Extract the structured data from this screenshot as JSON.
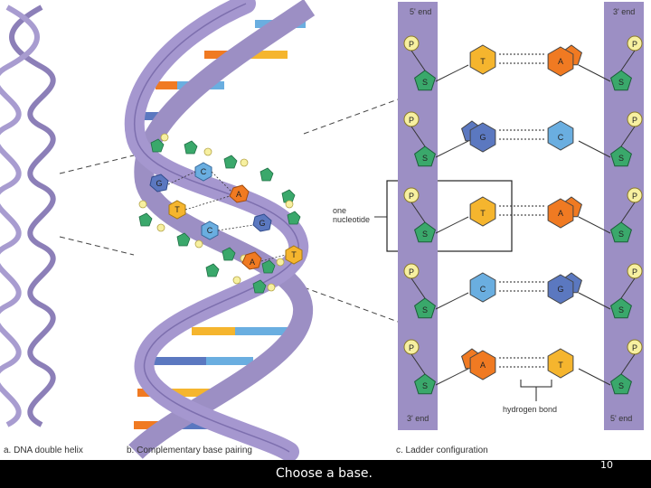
{
  "slide": {
    "prompt": "Choose a base.",
    "page_number": "10"
  },
  "diagram": {
    "captions": {
      "a": "a. DNA double helix",
      "b": "b. Complementary base pairing",
      "c": "c. Ladder configuration"
    },
    "strand_labels": {
      "left_top": "5' end",
      "right_top": "3' end",
      "left_bottom": "3' end",
      "right_bottom": "5' end"
    },
    "callouts": {
      "nucleotide_line1": "one",
      "nucleotide_line2": "nucleotide",
      "hydrogen_bond": "hydrogen bond"
    },
    "phosphate_label": "P",
    "sugar_label": "S",
    "ladder_pairs": [
      {
        "left": "T",
        "right": "A"
      },
      {
        "left": "G",
        "right": "C"
      },
      {
        "left": "T",
        "right": "A"
      },
      {
        "left": "C",
        "right": "G"
      },
      {
        "left": "A",
        "right": "T"
      }
    ],
    "helix_bases": [
      {
        "label": "C"
      },
      {
        "label": "G"
      },
      {
        "label": "A"
      },
      {
        "label": "T"
      },
      {
        "label": "G"
      },
      {
        "label": "C"
      },
      {
        "label": "T"
      },
      {
        "label": "A"
      }
    ],
    "colors": {
      "backbone": "#9c8fc4",
      "backbone_dark": "#6c5e9a",
      "phosphate": "#f7f0a0",
      "sugar": "#3aa86b",
      "A": "#f07a22",
      "T": "#f5b52e",
      "G": "#5b78c0",
      "C": "#6aaee0"
    }
  }
}
